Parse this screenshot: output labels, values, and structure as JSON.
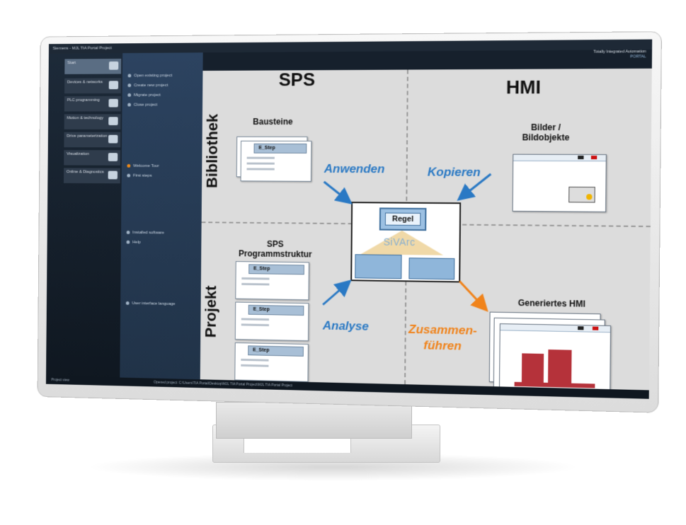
{
  "window": {
    "title": "Siemens - MJL TIA Portal Project"
  },
  "brand": {
    "line1": "Totally Integrated Automation",
    "line2": "PORTAL"
  },
  "sidebar": {
    "items": [
      {
        "label": "Start"
      },
      {
        "label": "Devices & networks"
      },
      {
        "label": "PLC programming"
      },
      {
        "label": "Motion & technology"
      },
      {
        "label": "Drive parameterization"
      },
      {
        "label": "Visualization"
      },
      {
        "label": "Online & Diagnostics"
      }
    ]
  },
  "nav": {
    "links": [
      "Open existing project",
      "Create new project",
      "Migrate project",
      "Close project",
      "Welcome Tour",
      "First steps",
      "Installed software",
      "Help",
      "User interface language"
    ]
  },
  "footer": {
    "project_view": "Project view",
    "opened_project": "Opened project: C:\\Users\\TIA Portal\\Desktop\\MJL TIA Portal Project\\MJL TIA Portal Project"
  },
  "diagram": {
    "col_left": "SPS",
    "col_right": "HMI",
    "row_top": "Bibliothek",
    "row_bottom": "Projekt",
    "bausteine": "Bausteine",
    "bilder": "Bilder /\nBildobjekte",
    "sps_struktur": "SPS\nProgrammstruktur",
    "generiertes": "Generiertes HMI",
    "anwenden": "Anwenden",
    "kopieren": "Kopieren",
    "analyse": "Analyse",
    "zusammen": "Zusammen-\nführen",
    "regel": "Regel",
    "sivarc": "SiVArc",
    "step_label": "E_Step",
    "colors": {
      "blue": "#2a79c4",
      "orange": "#f0831b"
    }
  }
}
